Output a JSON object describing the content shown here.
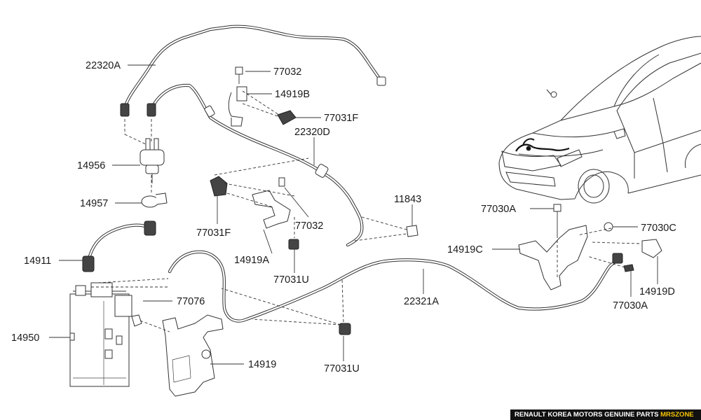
{
  "diagram": {
    "labels": {
      "l_22320A": "22320A",
      "l_77032_top": "77032",
      "l_14919B": "14919B",
      "l_77031F_top": "77031F",
      "l_22320D": "22320D",
      "l_14956": "14956",
      "l_14957": "14957",
      "l_11843": "11843",
      "l_77031F_mid": "77031F",
      "l_77032_mid": "77032",
      "l_14919A": "14919A",
      "l_77031U_mid": "77031U",
      "l_14911": "14911",
      "l_77030A_top": "77030A",
      "l_77030C": "77030C",
      "l_14919C": "14919C",
      "l_22321A": "22321A",
      "l_14919D": "14919D",
      "l_77030A_bot": "77030A",
      "l_77076": "77076",
      "l_14950": "14950",
      "l_14919": "14919",
      "l_77031U_bot": "77031U"
    }
  },
  "footer": {
    "text": "RENAULT KOREA MOTORS GENUINE PARTS ",
    "accent_text": "MRSZONE",
    "accent_color": "#f5c400"
  }
}
